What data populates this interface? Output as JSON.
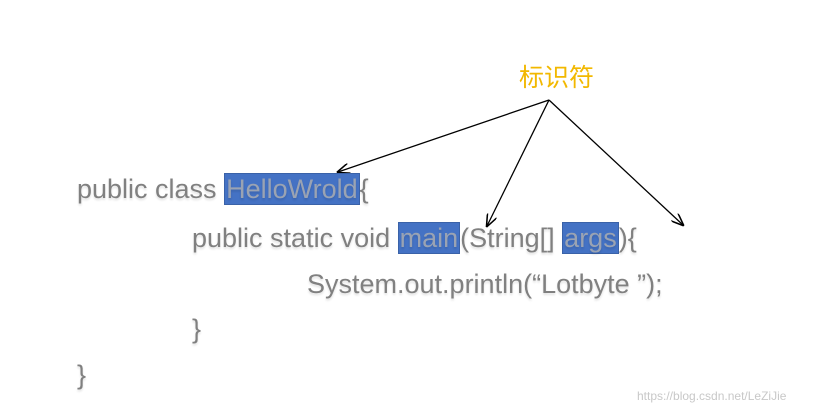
{
  "title": "标识符",
  "code": {
    "l1_pre": "public class ",
    "l1_id": "HelloWrold",
    "l1_post": "{",
    "l2_pre": "public static void ",
    "l2_id1": "main",
    "l2_mid": "(String[] ",
    "l2_id2": "args",
    "l2_post": "){",
    "l3": "System.out.println(“Lotbyte ”);",
    "l4": "}",
    "l5": "}"
  },
  "colors": {
    "title": "#f2b800",
    "highlight": "#4472c4",
    "code": "#808080"
  },
  "watermark": "https://blog.csdn.net/LeZiJie"
}
